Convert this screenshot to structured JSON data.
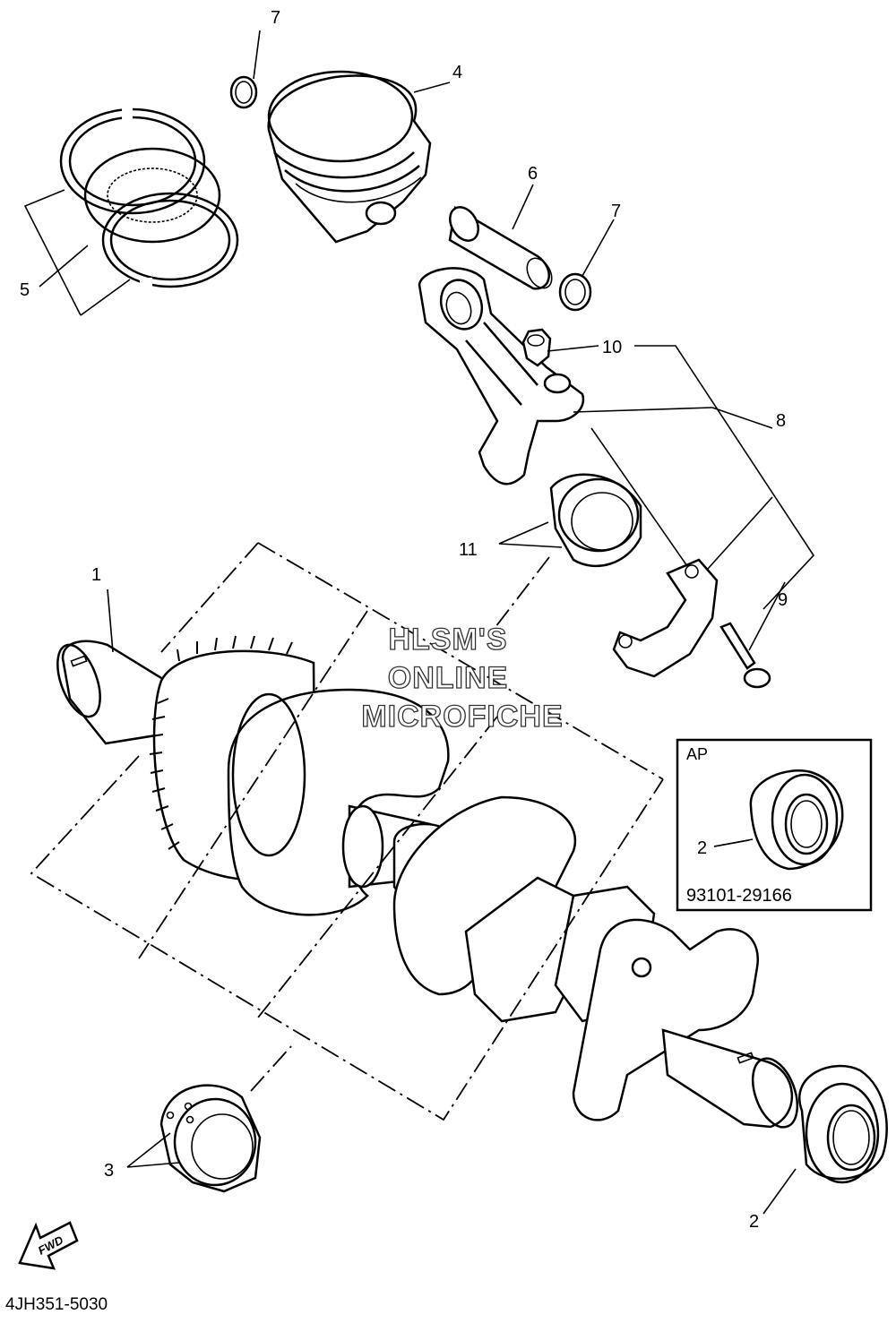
{
  "callouts": {
    "c1": "1",
    "c2_inset": "2",
    "c2_main": "2",
    "c3": "3",
    "c4": "4",
    "c5": "5",
    "c6": "6",
    "c7_top": "7",
    "c7_right": "7",
    "c8": "8",
    "c9": "9",
    "c10": "10",
    "c11": "11"
  },
  "inset": {
    "label": "AP",
    "part_number": "93101-29166"
  },
  "watermark": {
    "line1": "HLSM'S",
    "line2": "ONLINE",
    "line3": "MICROFICHE"
  },
  "fwd_label": "FWD",
  "figure_code": "4JH351-5030"
}
